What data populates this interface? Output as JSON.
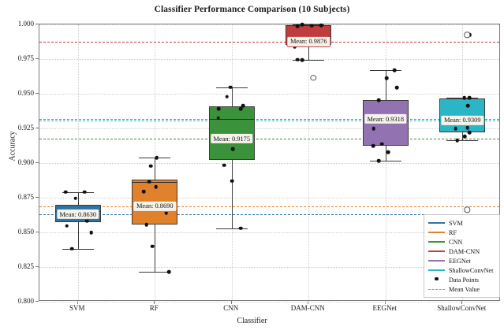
{
  "chart_data": {
    "type": "box",
    "title": "Classifier Performance Comparison (10 Subjects)",
    "xlabel": "Classifier",
    "ylabel": "Accuracy",
    "ylim": [
      0.8,
      1.0
    ],
    "yticks": [
      "0.800",
      "0.825",
      "0.850",
      "0.875",
      "0.900",
      "0.925",
      "0.950",
      "0.975",
      "1.000"
    ],
    "ytick_values": [
      0.8,
      0.825,
      0.85,
      0.875,
      0.9,
      0.925,
      0.95,
      0.975,
      1.0
    ],
    "grid": true,
    "legend_position": "lower right",
    "categories": [
      "SVM",
      "RF",
      "CNN",
      "DAM-CNN",
      "EEGNet",
      "ShallowConvNet"
    ],
    "colors": [
      "#3274a1",
      "#e1812c",
      "#3a923a",
      "#c03d3e",
      "#9372b2",
      "#2bb6c6"
    ],
    "boxes": [
      {
        "name": "SVM",
        "color": "#3274a1",
        "mean": 0.863,
        "mean_label": "Mean: 0.8630",
        "q1": 0.8572,
        "median": 0.8652,
        "q3": 0.87,
        "whisker_low": 0.8383,
        "whisker_high": 0.8792,
        "points": [
          0.8792,
          0.8792,
          0.8745,
          0.8652,
          0.861,
          0.8585,
          0.8548,
          0.8498,
          0.8383,
          0.8655
        ],
        "fliers": []
      },
      {
        "name": "RF",
        "color": "#e1812c",
        "mean": 0.869,
        "mean_label": "Mean: 0.8690",
        "q1": 0.8555,
        "median": 0.8866,
        "q3": 0.888,
        "whisker_low": 0.8215,
        "whisker_high": 0.9038,
        "points": [
          0.9038,
          0.8978,
          0.8866,
          0.883,
          0.8795,
          0.8675,
          0.864,
          0.8555,
          0.84,
          0.8215
        ],
        "fliers": []
      },
      {
        "name": "CNN",
        "color": "#3a923a",
        "mean": 0.9175,
        "mean_label": "Mean: 0.9175",
        "q1": 0.9022,
        "median": 0.932,
        "q3": 0.9408,
        "whisker_low": 0.853,
        "whisker_high": 0.9548,
        "points": [
          0.9548,
          0.948,
          0.9412,
          0.939,
          0.939,
          0.9325,
          0.91,
          0.8985,
          0.887,
          0.853
        ],
        "fliers": []
      },
      {
        "name": "DAM-CNN",
        "color": "#c03d3e",
        "mean": 0.9876,
        "mean_label": "Mean: 0.9876",
        "q1": 0.9855,
        "median": 0.9992,
        "q3": 0.9995,
        "whisker_low": 0.9745,
        "whisker_high": 0.9998,
        "points": [
          0.9998,
          0.9992,
          0.999,
          0.9988,
          0.986,
          0.9855,
          0.9852,
          0.984,
          0.9745,
          0.9742
        ],
        "fliers": [
          0.9615
        ]
      },
      {
        "name": "EEGNet",
        "color": "#9372b2",
        "mean": 0.9318,
        "mean_label": "Mean: 0.9318",
        "q1": 0.9125,
        "median": 0.9305,
        "q3": 0.9455,
        "whisker_low": 0.9015,
        "whisker_high": 0.9668,
        "points": [
          0.9668,
          0.9612,
          0.9545,
          0.9455,
          0.932,
          0.925,
          0.9138,
          0.9125,
          0.9078,
          0.9015
        ],
        "fliers": []
      },
      {
        "name": "ShallowConvNet",
        "color": "#2bb6c6",
        "mean": 0.9309,
        "mean_label": "Mean: 0.9309",
        "q1": 0.922,
        "median": 0.9312,
        "q3": 0.9468,
        "whisker_low": 0.9165,
        "whisker_high": 0.9472,
        "points": [
          0.9472,
          0.947,
          0.9415,
          0.9312,
          0.9255,
          0.9248,
          0.9222,
          0.9192,
          0.9165,
          0.9925
        ],
        "fliers": [
          0.9925,
          0.8662
        ]
      }
    ],
    "mean_lines": [
      {
        "name": "SVM",
        "value": 0.863,
        "color": "#3274a1"
      },
      {
        "name": "RF",
        "value": 0.869,
        "color": "#e1812c"
      },
      {
        "name": "CNN",
        "value": 0.9175,
        "color": "#3a923a"
      },
      {
        "name": "DAM-CNN",
        "value": 0.9876,
        "color": "#c03d3e"
      },
      {
        "name": "EEGNet",
        "value": 0.9318,
        "color": "#9372b2"
      },
      {
        "name": "ShallowConvNet",
        "value": 0.9309,
        "color": "#2bb6c6"
      }
    ],
    "legend": [
      {
        "label": "SVM",
        "type": "line",
        "color": "#3274a1"
      },
      {
        "label": "RF",
        "type": "line",
        "color": "#e1812c"
      },
      {
        "label": "CNN",
        "type": "line",
        "color": "#3a923a"
      },
      {
        "label": "DAM-CNN",
        "type": "line",
        "color": "#c03d3e"
      },
      {
        "label": "EEGNet",
        "type": "line",
        "color": "#9372b2"
      },
      {
        "label": "ShallowConvNet",
        "type": "line",
        "color": "#2bb6c6"
      },
      {
        "label": "Data Points",
        "type": "marker",
        "color": "#111111"
      },
      {
        "label": "Mean Value",
        "type": "dashed",
        "color": "#9a9a9a"
      }
    ]
  }
}
